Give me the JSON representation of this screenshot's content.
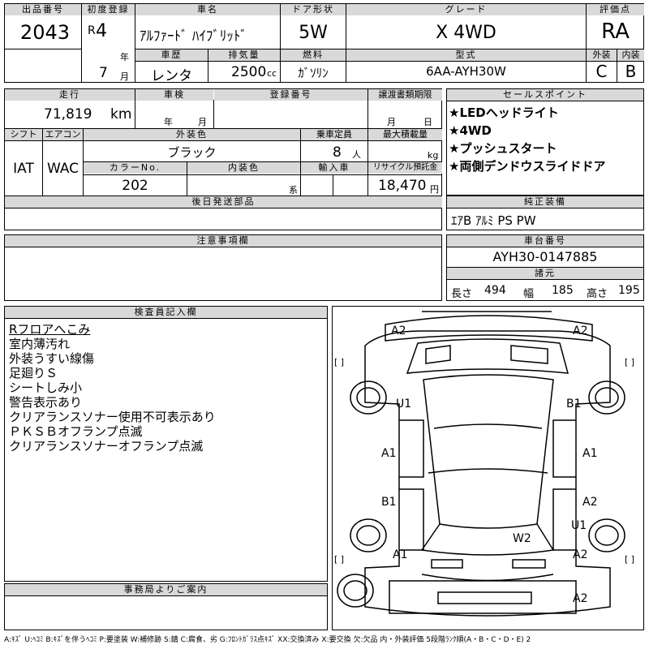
{
  "header": {
    "lot_label": "出品番号",
    "lot_value": "2043",
    "reg_label": "初度登録",
    "reg_era": "R",
    "reg_year": "4",
    "reg_year_unit": "年",
    "reg_month": "7",
    "reg_month_unit": "月",
    "name_label": "車名",
    "name_value": "ｱﾙﾌｧｰﾄﾞ ﾊｲﾌﾞﾘｯﾄﾞ",
    "door_label": "ドア形状",
    "door_value": "5W",
    "grade_label": "グレード",
    "grade_value": "X 4WD",
    "score_label": "評価点",
    "score_value": "RA",
    "history_label": "車歴",
    "history_value": "レンタ",
    "displacement_label": "排気量",
    "displacement_value": "2500",
    "displacement_unit": "cc",
    "fuel_label": "燃料",
    "fuel_value": "ｶﾞｿﾘﾝ",
    "model_label": "型式",
    "model_value": "6AA-AYH30W",
    "ext_label": "外装",
    "ext_value": "C",
    "int_label": "内装",
    "int_value": "B"
  },
  "row2": {
    "mileage_label": "走行",
    "mileage_value": "71,819",
    "mileage_unit": "km",
    "inspection_label": "車検",
    "inspection_year": "年",
    "inspection_month": "月",
    "plate_label": "登録番号",
    "transfer_label": "譲渡書類期限",
    "transfer_month": "月",
    "transfer_day": "日",
    "shift_label": "シフト",
    "shift_value": "IAT",
    "ac_label": "エアコン",
    "ac_value": "WAC",
    "color_label": "外装色",
    "color_value": "ブラック",
    "capacity_label": "乗車定員",
    "capacity_value": "8",
    "capacity_unit": "人",
    "load_label": "最大積載量",
    "load_unit": "kg",
    "colorno_label": "カラーNo.",
    "colorno_value": "202",
    "intcolor_label": "内装色",
    "intcolor_unit": "系",
    "import_label": "輸入車",
    "recycle_label": "リサイクル預託金",
    "recycle_value": "18,470",
    "recycle_unit": "円"
  },
  "sales_points": {
    "title": "セールスポイント",
    "items": [
      "★LEDヘッドライト",
      "★4WD",
      "★プッシュスタート",
      "★両側デンドウスライドドア"
    ]
  },
  "later_parts": {
    "title": "後日発送部品"
  },
  "equipment": {
    "title": "純正装備",
    "value": "ｴｱB ｱﾙﾐ PS PW"
  },
  "notes": {
    "title": "注意事項欄"
  },
  "chassis": {
    "title": "車台番号",
    "value": "AYH30-0147885"
  },
  "dims": {
    "title": "諸元",
    "length_label": "長さ",
    "length_value": "494",
    "width_label": "幅",
    "width_value": "185",
    "height_label": "高さ",
    "height_value": "195"
  },
  "inspector": {
    "title": "検査員記入欄",
    "notes": [
      "Rフロアへこみ",
      "室内薄汚れ",
      "外装うすい線傷",
      "足廻りＳ",
      "シートしみ小",
      "警告表示あり",
      "クリアランスソナー使用不可表示あり",
      "ＰＫＳＢオフランプ点滅",
      "クリアランスソナーオフランプ点滅"
    ]
  },
  "office": {
    "title": "事務局よりご案内"
  },
  "diagram": {
    "brackets": "[ ]",
    "labels": {
      "a2_tl": "A2",
      "a2_tr": "A2",
      "u1_l": "U1",
      "b1_r": "B1",
      "a1_ml": "A1",
      "a1_mr": "A1",
      "b1_l": "B1",
      "a2_r": "A2",
      "u1_r": "U1",
      "w2": "W2",
      "a1_bl": "A1",
      "a2_br": "A2",
      "a2_bot": "A2"
    }
  },
  "legend": "A:ｷｽﾞ U:ﾍｺﾐ B:ｷｽﾞを伴うﾍｺﾐ P:要塗装 W:補修跡 S:錆 C:腐食、劣 G:ﾌﾛﾝﾄｶﾞﾗｽ点ｷｽﾞ XX:交換済み X:要交換 欠:欠品 内・外装評価 5段階ﾗﾝｸ順(A・B・C・D・E) 2"
}
